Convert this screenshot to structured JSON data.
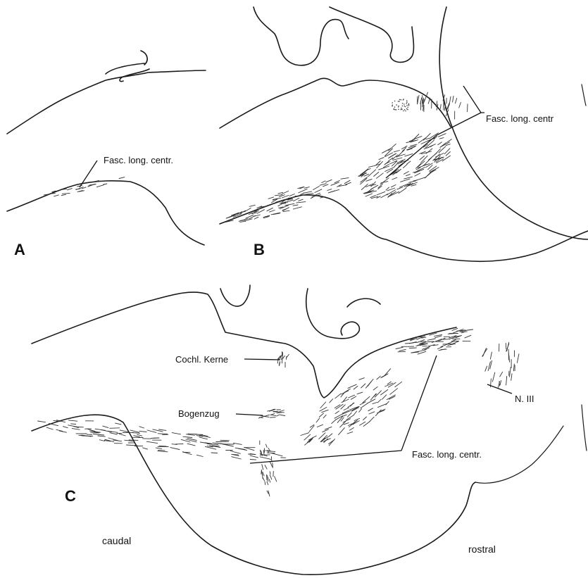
{
  "panels": [
    {
      "letter": "A",
      "labels": [
        {
          "text": "Fasc. long. centr."
        }
      ]
    },
    {
      "letter": "B",
      "labels": [
        {
          "text": "Fasc. long. centr"
        }
      ]
    },
    {
      "letter": "C",
      "labels": [
        {
          "text": "Cochl. Kerne"
        },
        {
          "text": "Bogenzug"
        },
        {
          "text": "N. III"
        },
        {
          "text": "Fasc. long. centr."
        }
      ],
      "orientation": {
        "left": "caudal",
        "right": "rostral"
      }
    }
  ]
}
